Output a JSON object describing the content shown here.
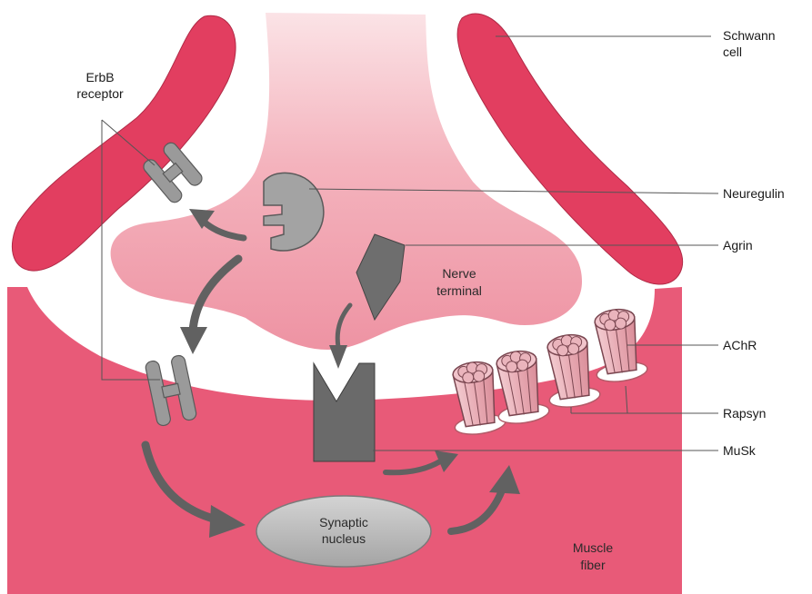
{
  "labels": {
    "schwann_1": "Schwann",
    "schwann_2": "cell",
    "erbb_1": "ErbB",
    "erbb_2": "receptor",
    "neuregulin": "Neuregulin",
    "agrin": "Agrin",
    "nerve_1": "Nerve",
    "nerve_2": "terminal",
    "achr": "AChR",
    "rapsyn": "Rapsyn",
    "musk": "MuSk",
    "nucleus_1": "Synaptic",
    "nucleus_2": "nucleus",
    "muscle_1": "Muscle",
    "muscle_2": "fiber"
  },
  "colors": {
    "muscle": "#e85a78",
    "schwann": "#e23e60",
    "terminal": "#f2a0ae",
    "terminal_light": "#fbe0e4",
    "cleft": "#ffffff",
    "receptor_gray": "#9a9a9a",
    "agrin_gray": "#6e6e6e",
    "musk_gray": "#6a6a6a",
    "nucleus_gray": "#b5b5b5",
    "arrow_gray": "#616161",
    "achr_fill": "#e9b8bf",
    "achr_stroke": "#7a4650"
  }
}
